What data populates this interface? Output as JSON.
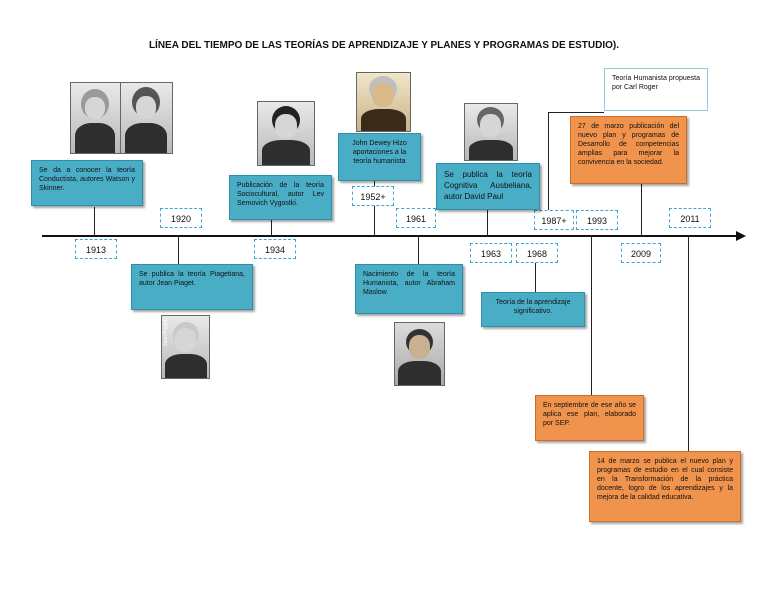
{
  "title": "LÍNEA DEL TIEMPO DE LAS TEORÍAS DE APRENDIZAJE Y PLANES Y PROGRAMAS DE ESTUDIO).",
  "years": {
    "y1913": "1913",
    "y1920": "1920",
    "y1934": "1934",
    "y1952": "1952+",
    "y1961": "1961",
    "y1963": "1963",
    "y1968": "1968",
    "y1987": "1987+",
    "y1993": "1993",
    "y2009": "2009",
    "y2011": "2011"
  },
  "events": {
    "e1913": "Se da a conocer la teoría Conductista, autores Watson y Skinner.",
    "e1920": "Se publica la teoría Piagetiana, autor Jean Piaget.",
    "e1934": "Publicación de la teoría Sociocultural, autor Lev Semovich Vygostki.",
    "e1952": "John Dewey Hizo aportaciones a la teoría humanista",
    "e1961": "Nacimiento de la teoría Humanista, autor Abraham Maslow",
    "e1963": "Se publica la teoría Cognitiva Ausbeliana, autor David Paul",
    "e1968": "Teoría de la aprendizaje significativo.",
    "e1987": "Teoría Humanista propuesta por Carl Roger",
    "e2009": "27 de marzo publicación del nuevo plan y programas de Desarrollo de competencias amplias para mejorar la convivencia en la sociedad.",
    "e1993": "En septiembre de ese año se aplica ese plan, elaborado por SEP.",
    "e2011": "14 de marzo se publica el nuevo plan y programas de estudio en el cual consiste en la Transformación de la práctica docente, logro de los aprendizajes y la mejora de la calidad educativa."
  },
  "photo_caption": "Jean Piaget",
  "colors": {
    "blue_box": "#4aadc6",
    "orange_box": "#f0934c",
    "year_border": "#3aa6d6"
  }
}
